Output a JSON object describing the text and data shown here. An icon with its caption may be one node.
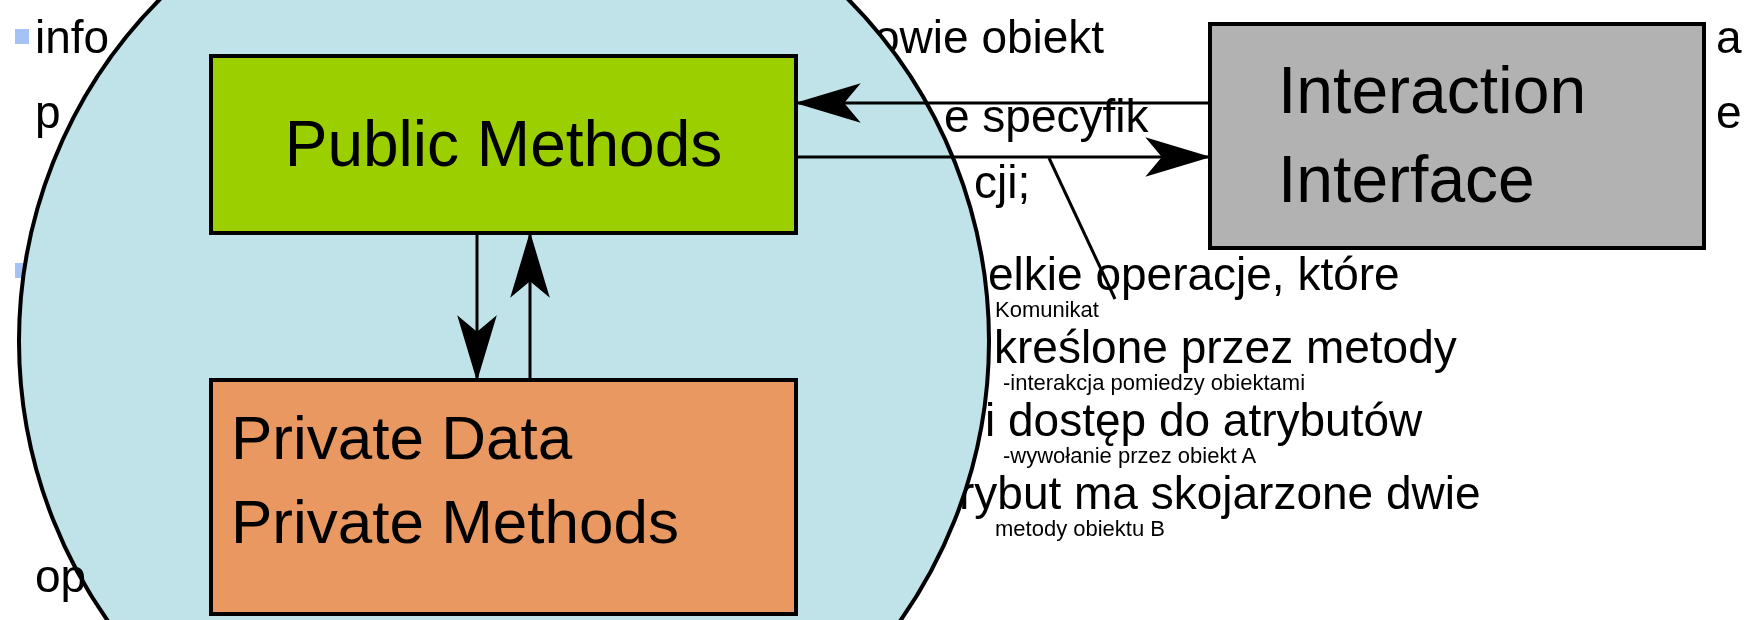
{
  "diagram": {
    "nodes": [
      {
        "text": [],
        "shape": "circle"
      },
      {
        "text": [
          "Public Methods"
        ],
        "in": 0
      },
      {
        "text": [
          "Private Data",
          "Private Methods"
        ],
        "in": 0
      },
      {
        "text": [
          "Interaction",
          "Interface"
        ]
      },
      {
        "text": [
          "Komunikat",
          "-interakcja pomiedzy obiektami",
          "-wywołanie przez obiekt A",
          "metody obiektu B"
        ]
      }
    ],
    "edges": [
      {
        "from": 3,
        "to": 1,
        "arrow": "to"
      },
      {
        "from": 1,
        "to": 3,
        "arrow": "to"
      },
      {
        "from": 1,
        "to": 2,
        "arrow": "to"
      },
      {
        "from": 2,
        "to": 1,
        "arrow": "to"
      },
      {
        "from": 4,
        "to": null,
        "arrow": "none"
      }
    ],
    "labels": [
      "info",
      "owie obiekt",
      "a",
      "p",
      "e specyfik",
      "e",
      "cji;",
      "elkie operacje, które",
      "kreślone przez metody",
      "i dostęp do atrybutów",
      "rybut ma skojarzone dwie",
      "op"
    ]
  }
}
